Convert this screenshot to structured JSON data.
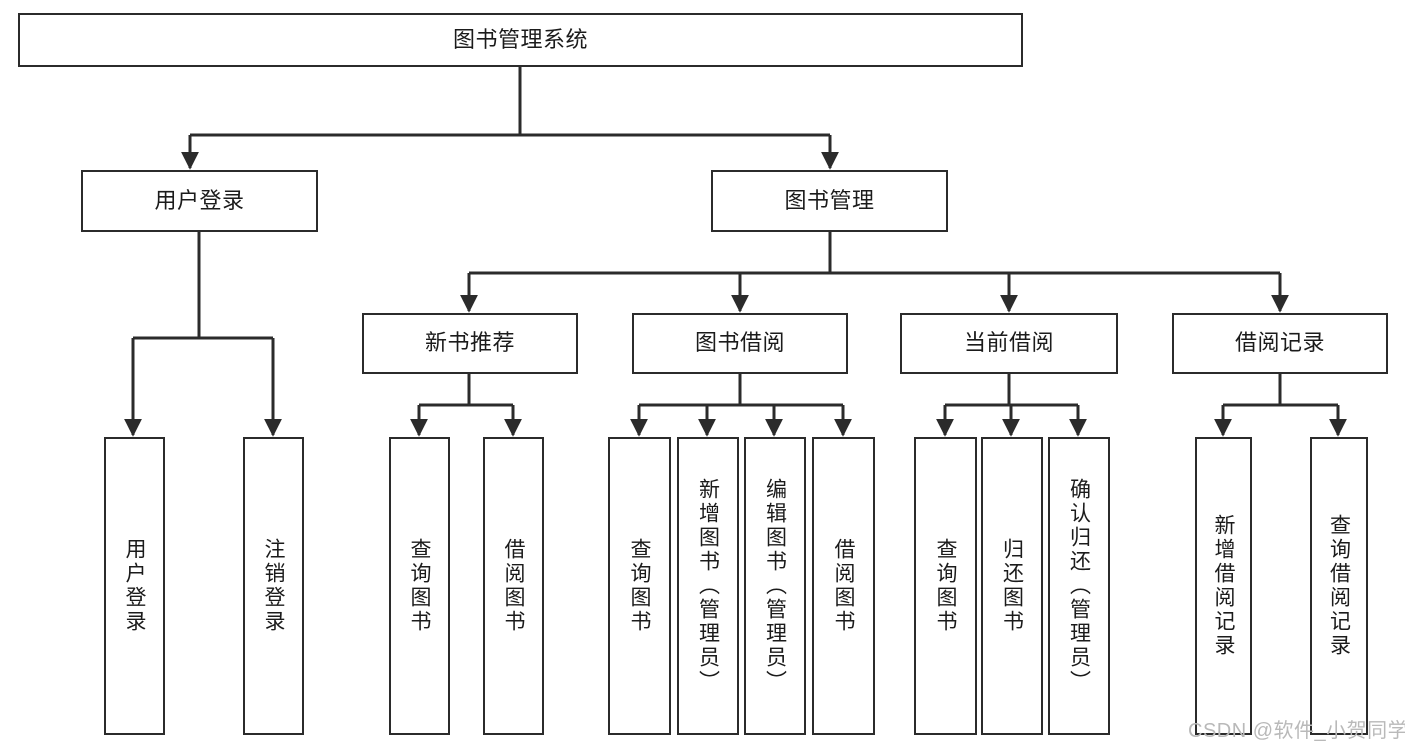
{
  "diagram": {
    "title": "图书管理系统",
    "type": "tree-hierarchy-diagram",
    "colors": {
      "box_border": "#2b2b2b",
      "box_fill": "#ffffff",
      "connector": "#2b2b2b",
      "text": "#1b1b1b",
      "watermark": "#b9b9b9"
    },
    "levels": {
      "root": {
        "label": "图书管理系统"
      },
      "level2": [
        {
          "id": "user-login",
          "label": "用户登录"
        },
        {
          "id": "book-management",
          "label": "图书管理"
        }
      ],
      "level3": [
        {
          "id": "new-book-recommend",
          "label": "新书推荐"
        },
        {
          "id": "book-borrow",
          "label": "图书借阅"
        },
        {
          "id": "current-borrow",
          "label": "当前借阅"
        },
        {
          "id": "borrow-record",
          "label": "借阅记录"
        }
      ],
      "leaves": {
        "user_login": [
          {
            "id": "leaf-user-login",
            "label": "用户登录"
          },
          {
            "id": "leaf-logout-login",
            "label": "注销登录"
          }
        ],
        "new_book_recommend": [
          {
            "id": "leaf-query-book-1",
            "label": "查询图书"
          },
          {
            "id": "leaf-borrow-book-1",
            "label": "借阅图书"
          }
        ],
        "book_borrow": [
          {
            "id": "leaf-query-book-2",
            "label": "查询图书"
          },
          {
            "id": "leaf-add-book",
            "label": "新增图书（管理员）"
          },
          {
            "id": "leaf-edit-book",
            "label": "编辑图书（管理员）"
          },
          {
            "id": "leaf-borrow-book-2",
            "label": "借阅图书"
          }
        ],
        "current_borrow": [
          {
            "id": "leaf-query-book-3",
            "label": "查询图书"
          },
          {
            "id": "leaf-return-book",
            "label": "归还图书"
          },
          {
            "id": "leaf-confirm-return",
            "label": "确认归还（管理员）"
          }
        ],
        "borrow_record": [
          {
            "id": "leaf-add-record",
            "label": "新增借阅记录"
          },
          {
            "id": "leaf-query-record",
            "label": "查询借阅记录"
          }
        ]
      }
    }
  },
  "watermark": {
    "text": "CSDN @软件_小贺同学"
  }
}
